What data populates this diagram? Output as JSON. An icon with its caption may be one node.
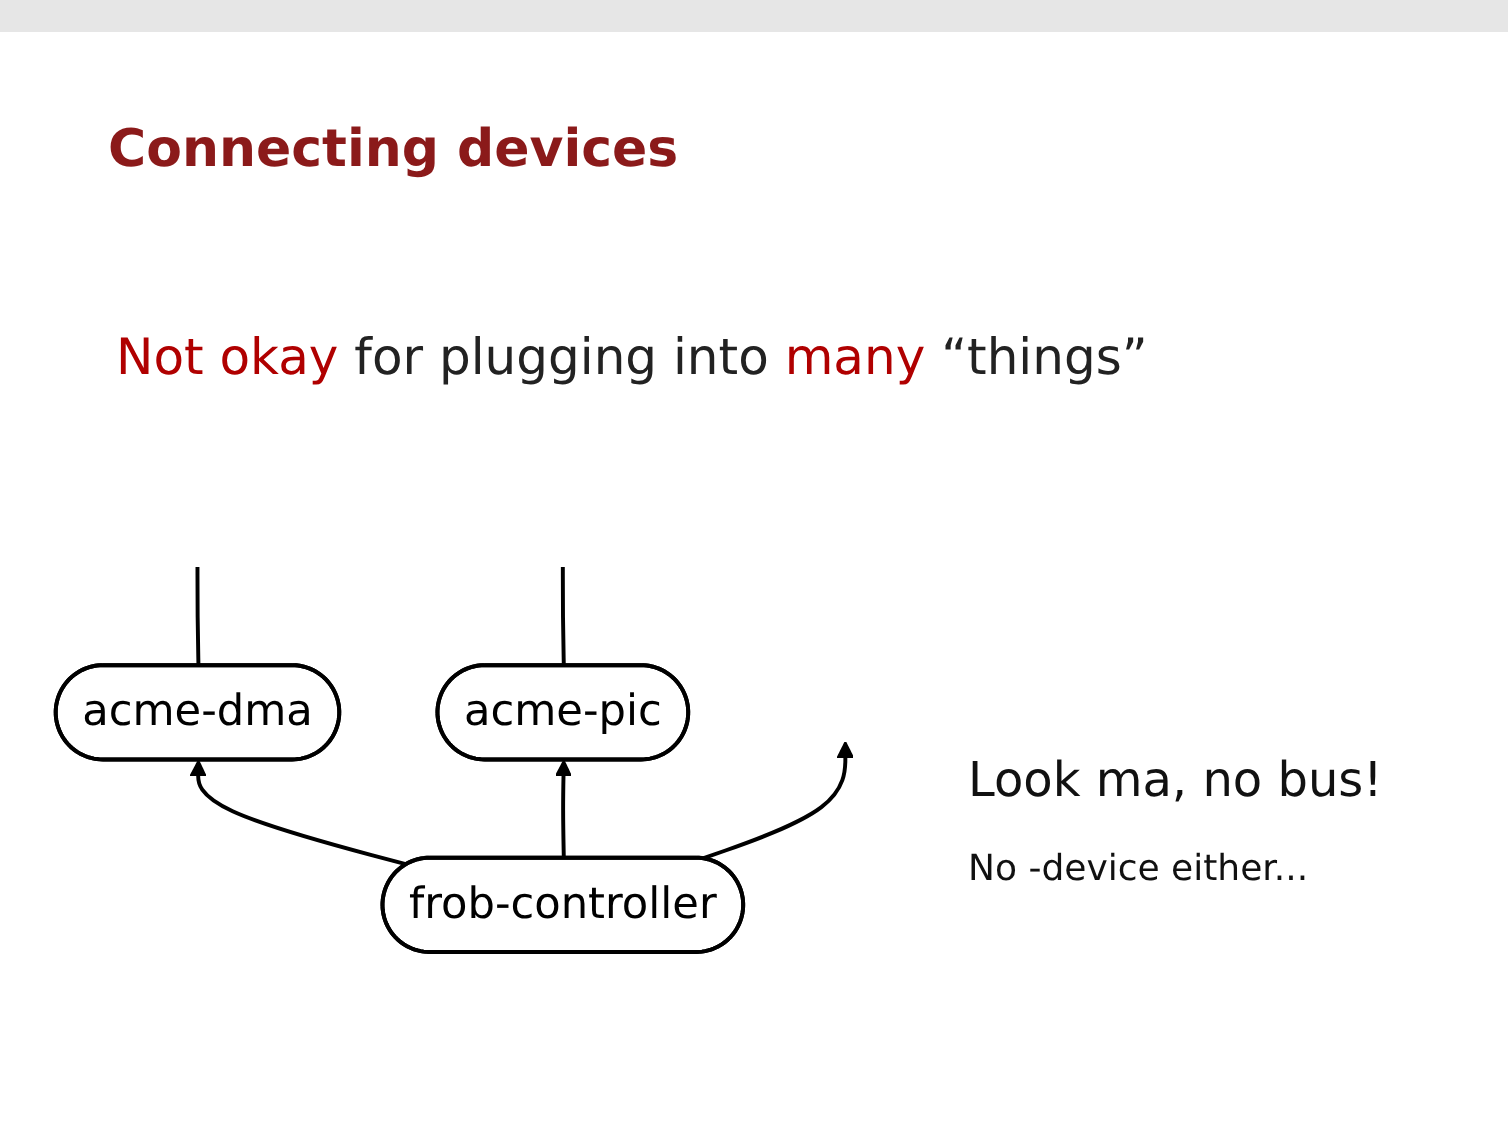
{
  "diagram": {
    "title": "Connecting devices",
    "nodes": [
      {
        "text": [
          "acme-dma"
        ]
      },
      {
        "text": [
          "acme-pic"
        ]
      },
      {
        "text": [
          "frob-controller"
        ]
      }
    ],
    "edges": [
      {
        "from": 2,
        "to": 0,
        "arrow": "to"
      },
      {
        "from": 2,
        "to": null,
        "arrow": "to"
      },
      {
        "from": 2,
        "to": 1,
        "arrow": "to"
      },
      {
        "from": 0,
        "to": null,
        "arrow": "none"
      },
      {
        "from": 1,
        "to": null,
        "arrow": "none"
      }
    ],
    "labels": [
      "*Not okay* for plugging into *many* “things”",
      "Look ma, no bus!",
      "No -device either..."
    ]
  }
}
